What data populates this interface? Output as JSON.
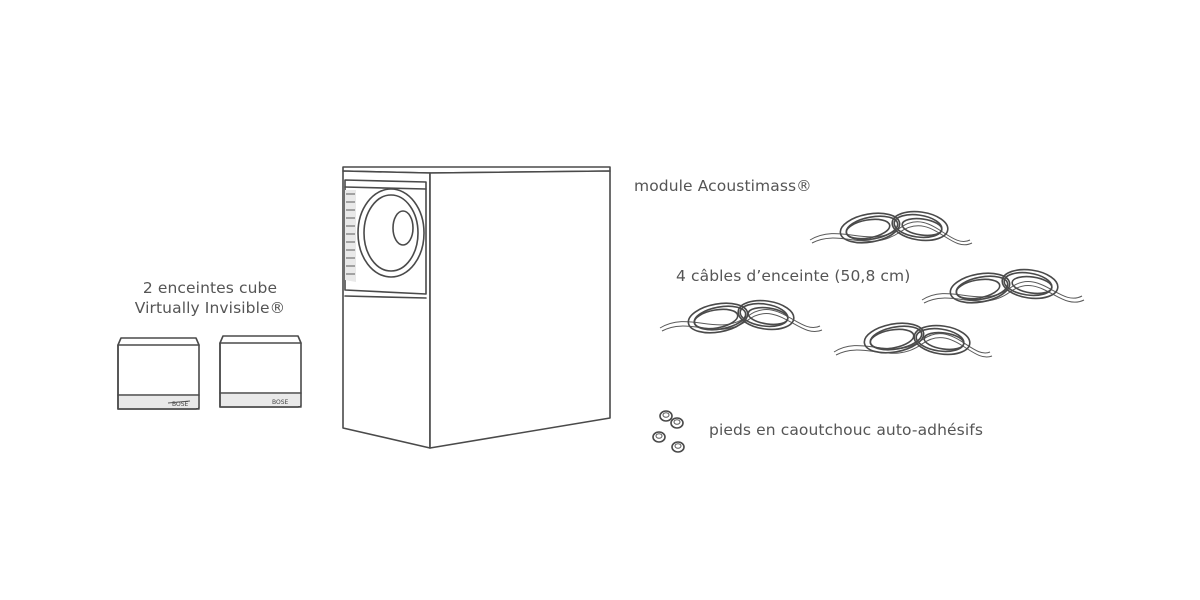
{
  "labels": {
    "cubes_line1": "2 enceintes cube",
    "cubes_line2": "Virtually Invisible®",
    "module": "module Acoustimass®",
    "cables": "4 câbles d’enceinte (50,8 cm)",
    "feet": "pieds en caoutchouc auto-adhésifs"
  },
  "colors": {
    "background": "#ffffff",
    "ink": "#4a4a4a",
    "text": "#555555"
  },
  "components": {
    "cube_speakers_count": 2,
    "speaker_cables_count": 4,
    "rubber_feet_count": 4
  }
}
